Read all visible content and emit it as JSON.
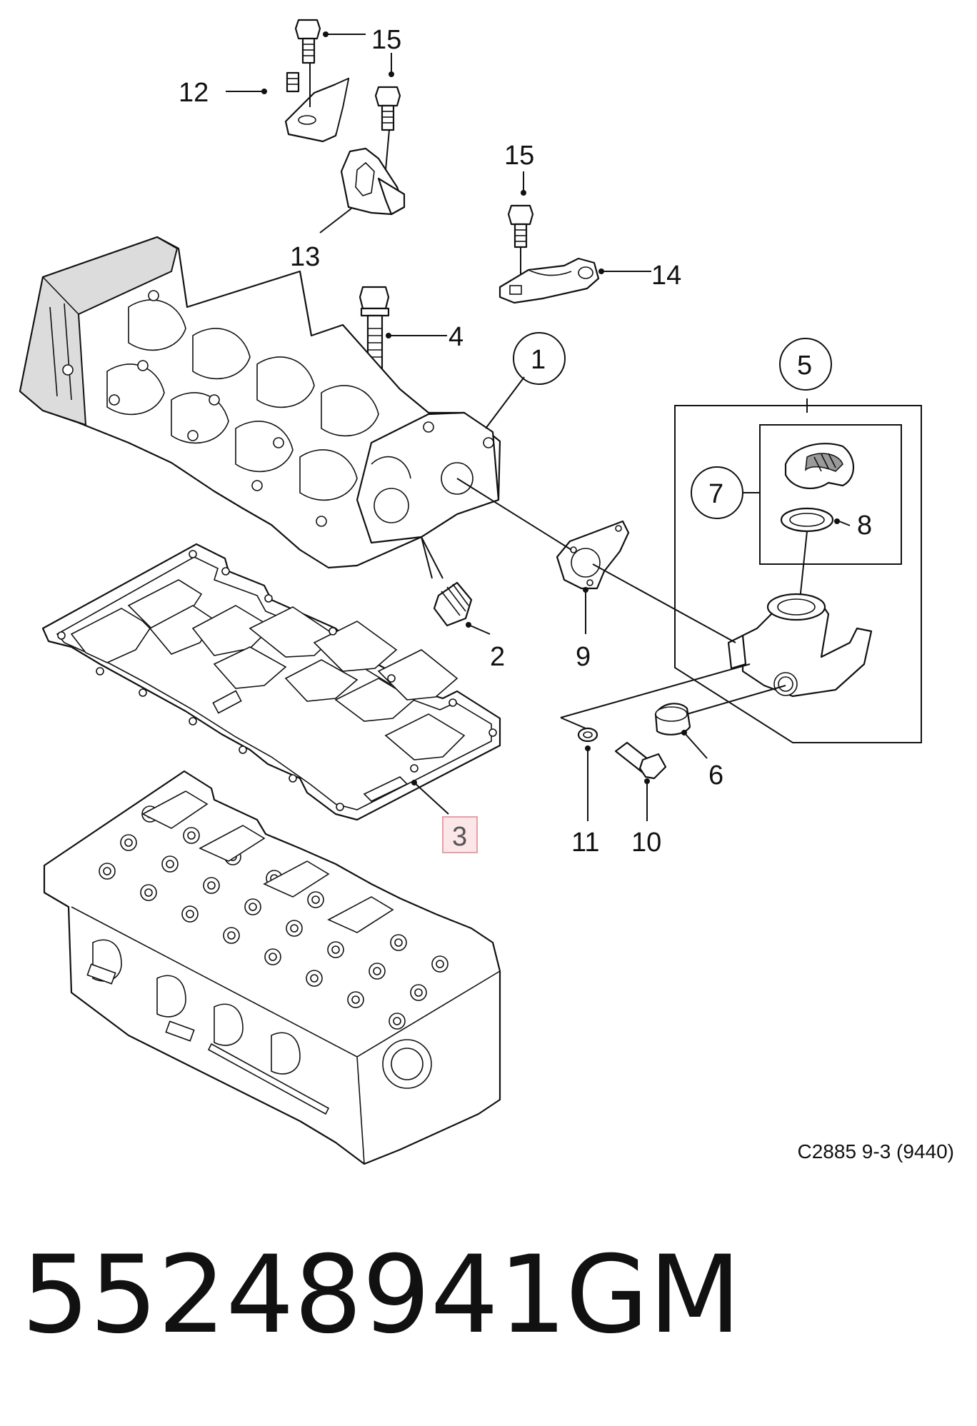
{
  "diagram": {
    "callouts": [
      {
        "id": "c1",
        "label": "1"
      },
      {
        "id": "c2",
        "label": "2"
      },
      {
        "id": "c3",
        "label": "3",
        "highlighted": true
      },
      {
        "id": "c4",
        "label": "4"
      },
      {
        "id": "c5",
        "label": "5"
      },
      {
        "id": "c6",
        "label": "6"
      },
      {
        "id": "c7",
        "label": "7"
      },
      {
        "id": "c8",
        "label": "8"
      },
      {
        "id": "c9",
        "label": "9"
      },
      {
        "id": "c10",
        "label": "10"
      },
      {
        "id": "c11",
        "label": "11"
      },
      {
        "id": "c12",
        "label": "12"
      },
      {
        "id": "c13",
        "label": "13"
      },
      {
        "id": "c14",
        "label": "14"
      },
      {
        "id": "c15a",
        "label": "15"
      },
      {
        "id": "c15b",
        "label": "15"
      }
    ],
    "reference": "C2885 9-3 (9440)",
    "highlight_color": "#e8a0a8",
    "highlight_fill": "#fbe6e8"
  },
  "part_number": "55248941",
  "brand": "GM"
}
